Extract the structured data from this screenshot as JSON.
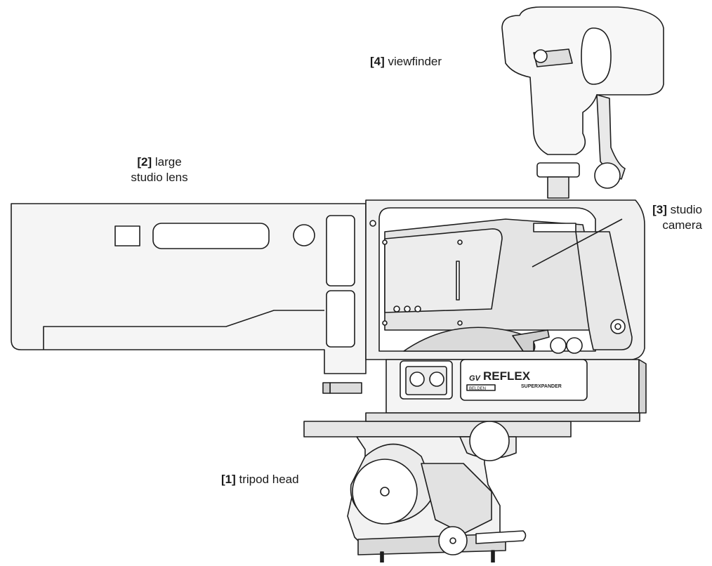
{
  "labels": {
    "viewfinder": {
      "num": "[4]",
      "text": " viewfinder"
    },
    "lens": {
      "num": "[2]",
      "text_line1": " large",
      "text_line2": "studio lens"
    },
    "camera": {
      "num": "[3]",
      "text_line1": " studio",
      "text_line2": "camera"
    },
    "tripod": {
      "num": "[1]",
      "text": " tripod head"
    }
  },
  "branding": {
    "product_name": "REFLEX",
    "product_sub": "SUPERXPANDER",
    "logo_mark": "GV",
    "logo_sub": "BELDEN"
  },
  "colors": {
    "line": "#1e1e1e",
    "body": "#f2f2f2",
    "shade": "#dcdcdc",
    "white": "#ffffff"
  }
}
